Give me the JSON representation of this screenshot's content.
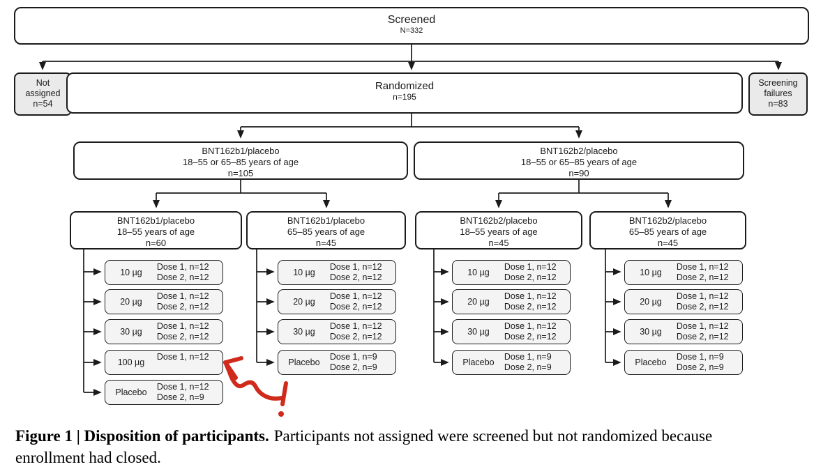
{
  "figure": {
    "screened": {
      "title": "Screened",
      "n": "N=332"
    },
    "not_assigned": {
      "line1": "Not",
      "line2": "assigned",
      "line3": "n=54"
    },
    "randomized": {
      "title": "Randomized",
      "n": "n=195"
    },
    "screening_failures": {
      "line1": "Screening",
      "line2": "failures",
      "line3": "n=83"
    },
    "branches": [
      {
        "line1": "BNT162b1/placebo",
        "line2": "18–55 or 65–85 years of age",
        "line3": "n=105"
      },
      {
        "line1": "BNT162b2/placebo",
        "line2": "18–55 or 65–85 years of age",
        "line3": "n=90"
      }
    ],
    "groups": [
      {
        "line1": "BNT162b1/placebo",
        "line2": "18–55 years of age",
        "line3": "n=60"
      },
      {
        "line1": "BNT162b1/placebo",
        "line2": "65–85 years of age",
        "line3": "n=45"
      },
      {
        "line1": "BNT162b2/placebo",
        "line2": "18–55 years of age",
        "line3": "n=45"
      },
      {
        "line1": "BNT162b2/placebo",
        "line2": "65–85 years of age",
        "line3": "n=45"
      }
    ],
    "dose_columns": [
      {
        "doses": [
          {
            "label": "10 µg",
            "dose1": "Dose 1, n=12",
            "dose2": "Dose 2, n=12"
          },
          {
            "label": "20 µg",
            "dose1": "Dose 1, n=12",
            "dose2": "Dose 2, n=12"
          },
          {
            "label": "30 µg",
            "dose1": "Dose 1, n=12",
            "dose2": "Dose 2, n=12"
          },
          {
            "label": "100 µg",
            "dose1": "Dose 1, n=12",
            "dose2": ""
          },
          {
            "label": "Placebo",
            "dose1": "Dose 1, n=12",
            "dose2": "Dose 2, n=9"
          }
        ]
      },
      {
        "doses": [
          {
            "label": "10 µg",
            "dose1": "Dose 1, n=12",
            "dose2": "Dose 2, n=12"
          },
          {
            "label": "20 µg",
            "dose1": "Dose 1, n=12",
            "dose2": "Dose 2, n=12"
          },
          {
            "label": "30 µg",
            "dose1": "Dose 1, n=12",
            "dose2": "Dose 2, n=12"
          },
          {
            "label": "Placebo",
            "dose1": "Dose 1, n=9",
            "dose2": "Dose 2, n=9"
          }
        ]
      },
      {
        "doses": [
          {
            "label": "10 µg",
            "dose1": "Dose 1, n=12",
            "dose2": "Dose 2, n=12"
          },
          {
            "label": "20 µg",
            "dose1": "Dose 1, n=12",
            "dose2": "Dose 2, n=12"
          },
          {
            "label": "30 µg",
            "dose1": "Dose 1, n=12",
            "dose2": "Dose 2, n=12"
          },
          {
            "label": "Placebo",
            "dose1": "Dose 1, n=9",
            "dose2": "Dose 2, n=9"
          }
        ]
      },
      {
        "doses": [
          {
            "label": "10 µg",
            "dose1": "Dose 1, n=12",
            "dose2": "Dose 2, n=12"
          },
          {
            "label": "20 µg",
            "dose1": "Dose 1, n=12",
            "dose2": "Dose 2, n=12"
          },
          {
            "label": "30 µg",
            "dose1": "Dose 1, n=12",
            "dose2": "Dose 2, n=12"
          },
          {
            "label": "Placebo",
            "dose1": "Dose 1, n=9",
            "dose2": "Dose 2, n=9"
          }
        ]
      }
    ],
    "annotation": {
      "mark": "!",
      "color": "#cf2a1c"
    },
    "caption": {
      "bold": "Figure 1 | Disposition of participants.",
      "text": "Participants not assigned were screened but not randomized because enrollment had closed."
    }
  }
}
